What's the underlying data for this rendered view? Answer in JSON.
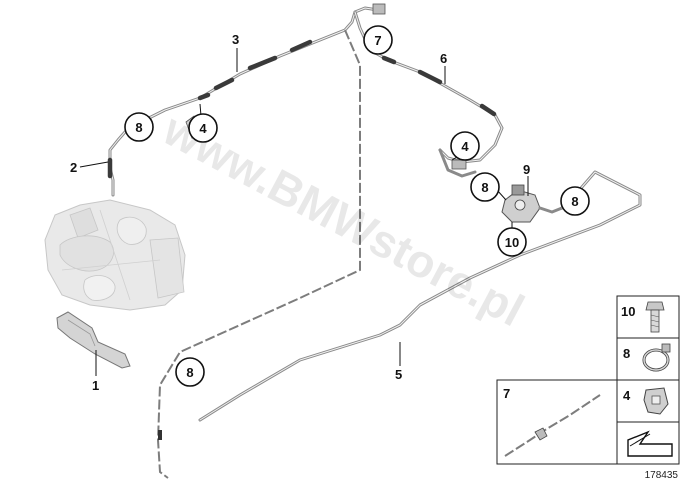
{
  "diagram": {
    "callouts": [
      {
        "id": "c1",
        "label": "1"
      },
      {
        "id": "c2",
        "label": "2"
      },
      {
        "id": "c3",
        "label": "3"
      },
      {
        "id": "c4a",
        "label": "4"
      },
      {
        "id": "c4b",
        "label": "4"
      },
      {
        "id": "c5",
        "label": "5"
      },
      {
        "id": "c6",
        "label": "6"
      },
      {
        "id": "c7",
        "label": "7"
      },
      {
        "id": "c8a",
        "label": "8"
      },
      {
        "id": "c8b",
        "label": "8"
      },
      {
        "id": "c8c",
        "label": "8"
      },
      {
        "id": "c8d",
        "label": "8"
      },
      {
        "id": "c9",
        "label": "9"
      },
      {
        "id": "c10",
        "label": "10"
      }
    ],
    "legend": {
      "items": [
        {
          "label": "10",
          "icon": "bolt-icon"
        },
        {
          "label": "8",
          "icon": "hose-clamp-icon"
        },
        {
          "label": "4",
          "icon": "clip-icon"
        }
      ],
      "detail_label": "7",
      "arrow_icon": "arrow-icon"
    },
    "watermark": "www.BMWstore.pl",
    "diagram_number": "178435"
  }
}
